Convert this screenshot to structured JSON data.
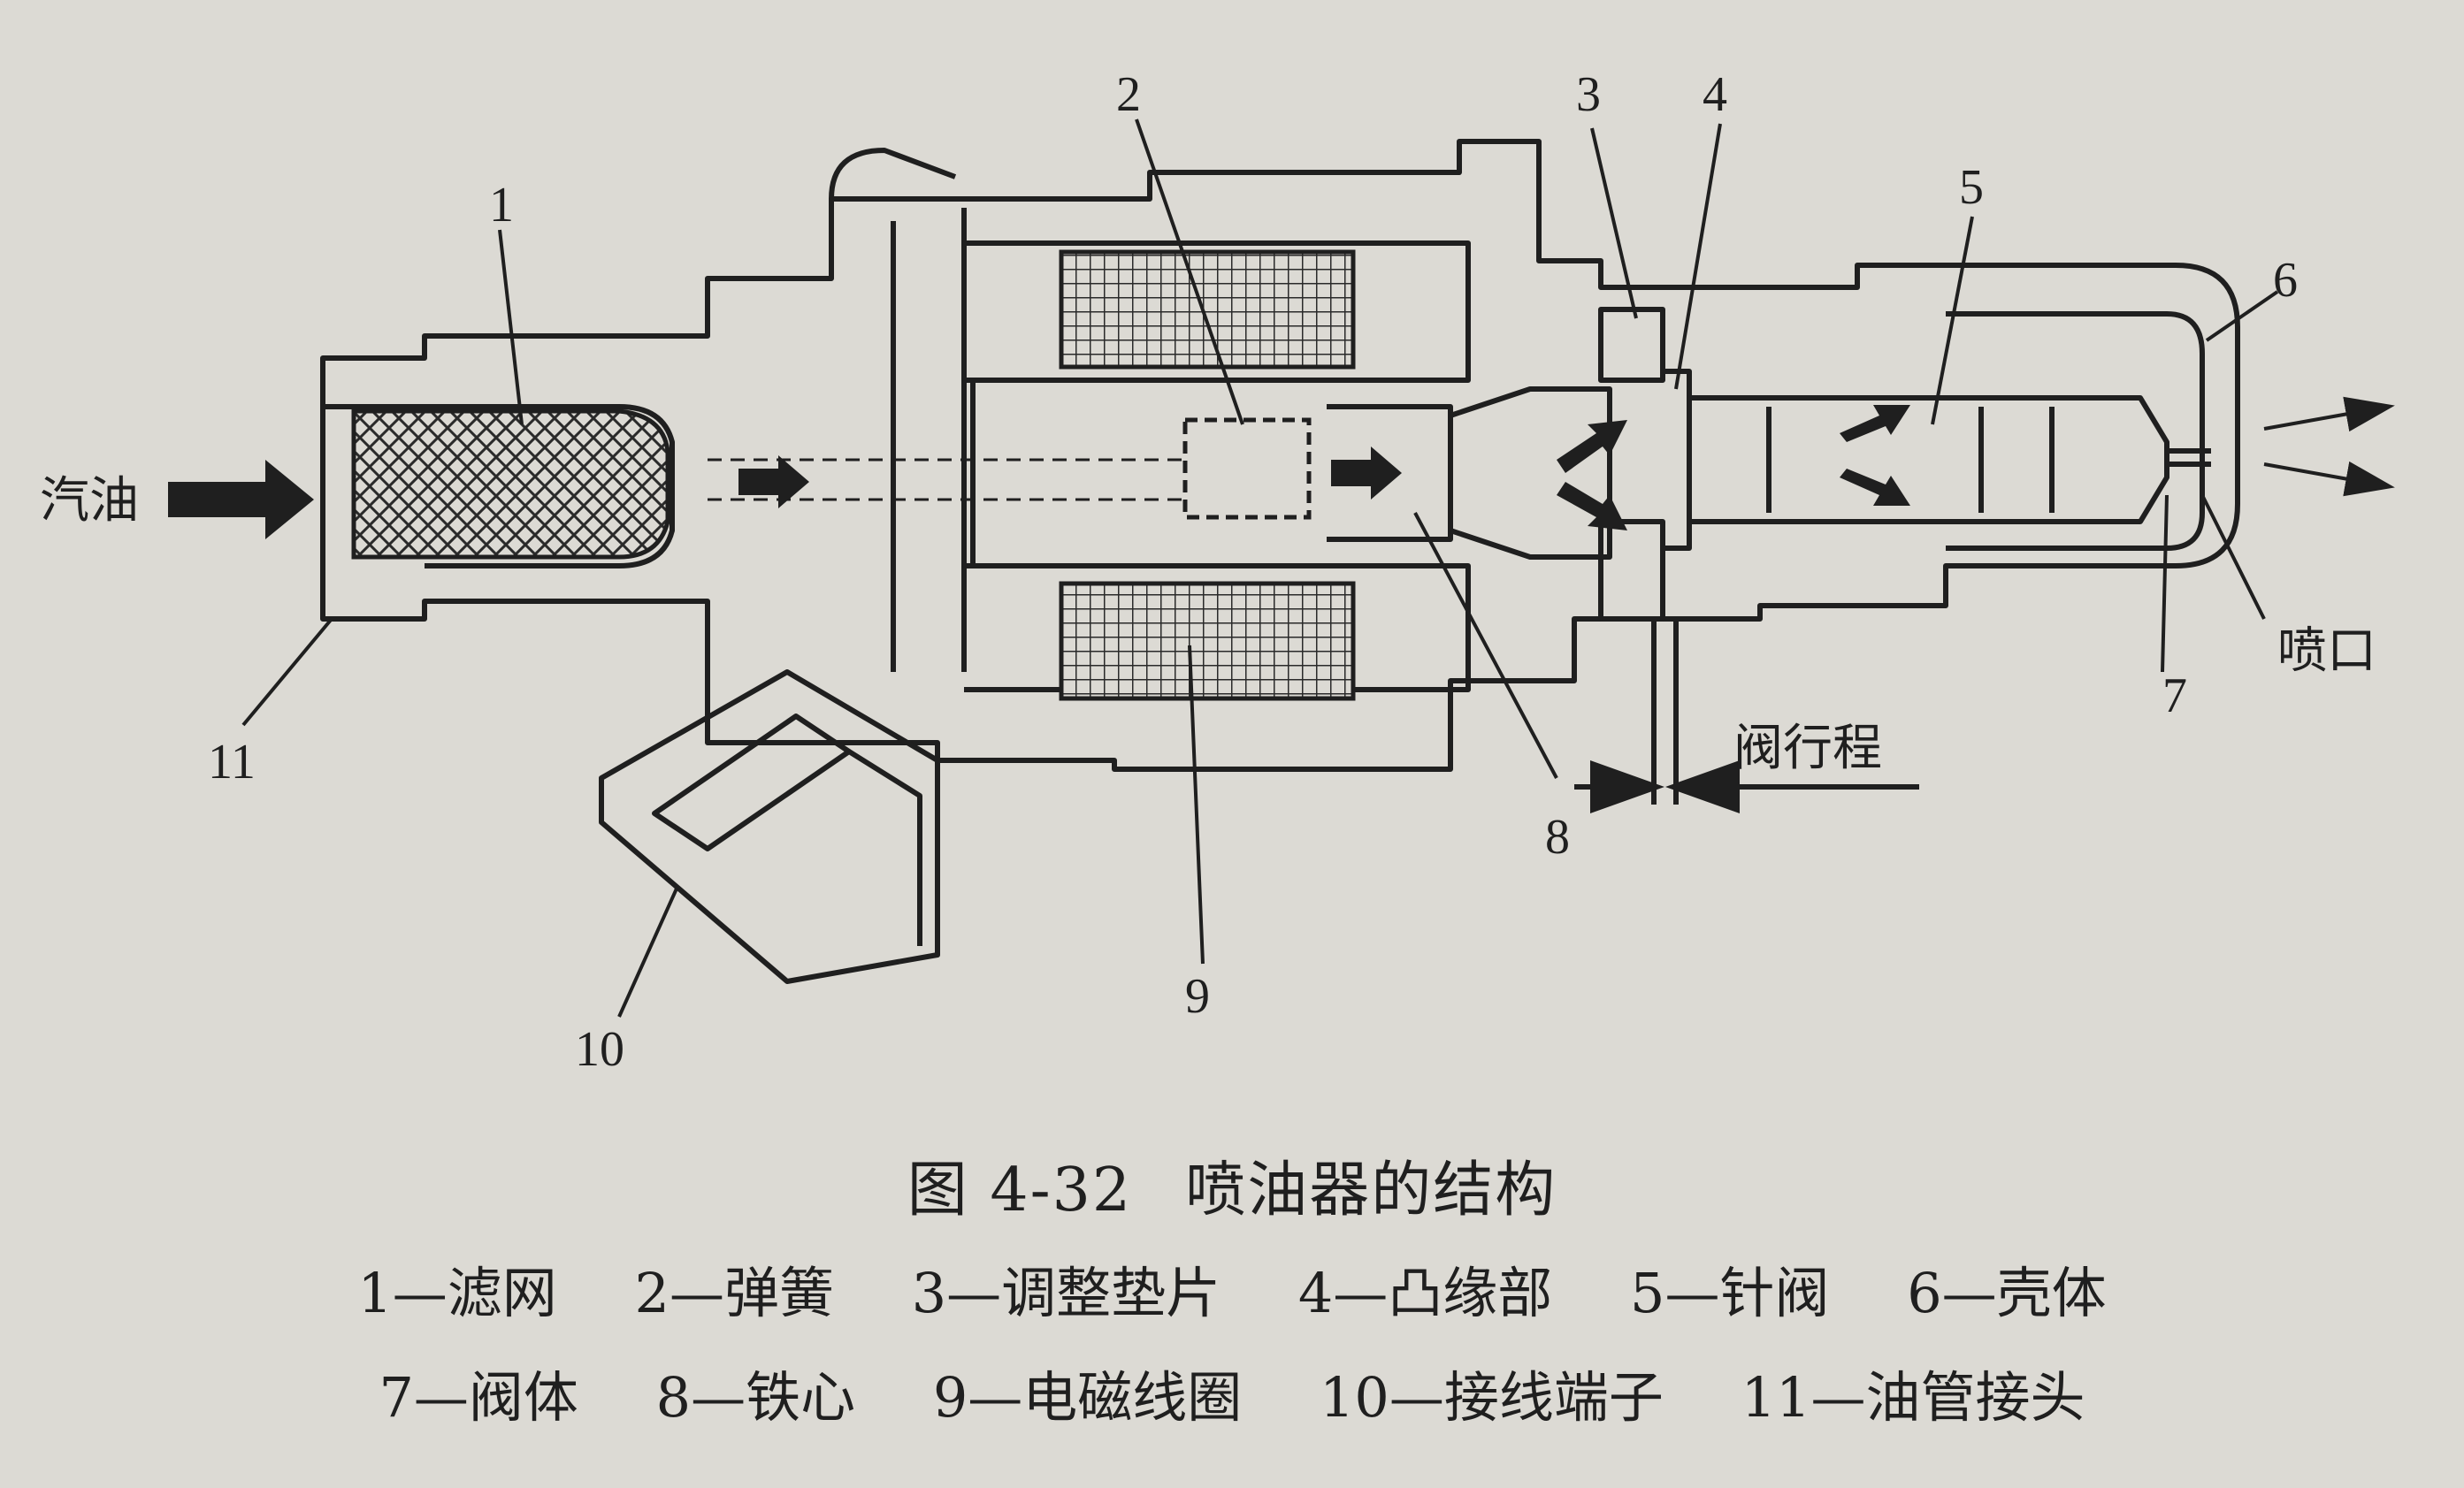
{
  "figure": {
    "number": "图 4-32",
    "title": "喷油器的结构"
  },
  "labels": {
    "fuel_in": "汽油",
    "nozzle": "喷口",
    "valve_stroke": "阀行程",
    "n1": "1",
    "n2": "2",
    "n3": "3",
    "n4": "4",
    "n5": "5",
    "n6": "6",
    "n7": "7",
    "n8": "8",
    "n9": "9",
    "n10": "10",
    "n11": "11"
  },
  "legend": {
    "row1": [
      "1—滤网",
      "2—弹簧",
      "3—调整垫片",
      "4—凸缘部",
      "5—针阀",
      "6—壳体"
    ],
    "row2": [
      "7—阀体",
      "8—铁心",
      "9—电磁线圈",
      "10—接线端子",
      "11—油管接头"
    ]
  }
}
